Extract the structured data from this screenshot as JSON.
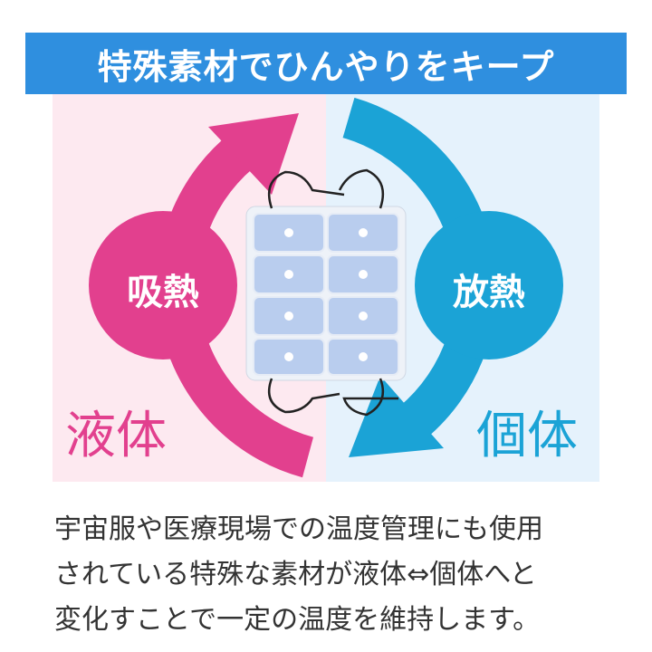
{
  "header": {
    "title": "特殊素材でひんやりをキープ"
  },
  "diagram": {
    "left_circle": "吸熱",
    "right_circle": "放熱",
    "left_state": "液体",
    "right_state": "個体"
  },
  "description": {
    "lines": [
      "宇宙服や医療現場での温度管理にも使用",
      "されている特殊な素材が液体⇔個体へと",
      "変化すことで一定の温度を維持します。"
    ]
  },
  "colors": {
    "header": "#2f8fdf",
    "pink": "#e2408e",
    "blue": "#1ba3d6"
  }
}
